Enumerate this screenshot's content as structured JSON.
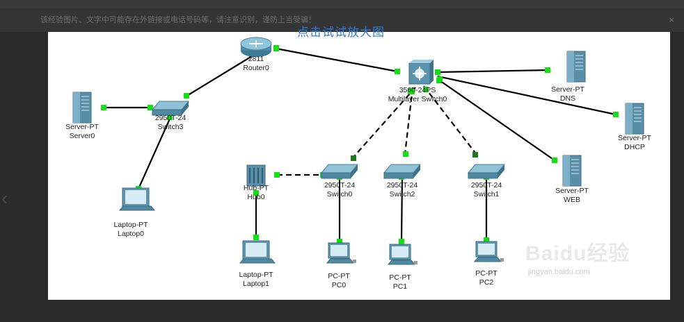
{
  "page": {
    "notice_text": "该经验图片、文字中可能存在外链接或电话号码等，请注意识别，谨防上当受骗！",
    "close_glyph": "×",
    "hint_text": "点击试试放大图",
    "prev_glyph": "‹"
  },
  "colors": {
    "cable": "#000000",
    "link_up": "#12e012",
    "link_blocking": "#1d7a1d",
    "device_body": "#5a93ad"
  },
  "devices": [
    {
      "id": "router0",
      "kind": "router",
      "type": "2811",
      "name": "Router0"
    },
    {
      "id": "mls0",
      "kind": "multilayer-switch",
      "type": "3560-24PS",
      "name": "Multilayer Switch0"
    },
    {
      "id": "dns",
      "kind": "server",
      "type": "Server-PT",
      "name": "DNS"
    },
    {
      "id": "dhcp",
      "kind": "server",
      "type": "Server-PT",
      "name": "DHCP"
    },
    {
      "id": "web",
      "kind": "server",
      "type": "Server-PT",
      "name": "WEB"
    },
    {
      "id": "server0",
      "kind": "server",
      "type": "Server-PT",
      "name": "Server0"
    },
    {
      "id": "switch3",
      "kind": "switch",
      "type": "2950T-24",
      "name": "Switch3"
    },
    {
      "id": "laptop0",
      "kind": "laptop",
      "type": "Laptop-PT",
      "name": "Laptop0"
    },
    {
      "id": "hub0",
      "kind": "hub",
      "type": "Hub-PT",
      "name": "Hub0"
    },
    {
      "id": "laptop1",
      "kind": "laptop",
      "type": "Laptop-PT",
      "name": "Laptop1"
    },
    {
      "id": "switch0",
      "kind": "switch",
      "type": "2950T-24",
      "name": "Switch0"
    },
    {
      "id": "switch2",
      "kind": "switch",
      "type": "2950T-24",
      "name": "Switch2"
    },
    {
      "id": "switch1",
      "kind": "switch",
      "type": "2950T-24",
      "name": "Switch1"
    },
    {
      "id": "pc0",
      "kind": "pc",
      "type": "PC-PT",
      "name": "PC0"
    },
    {
      "id": "pc1",
      "kind": "pc",
      "type": "PC-PT",
      "name": "PC1"
    },
    {
      "id": "pc2",
      "kind": "pc",
      "type": "PC-PT",
      "name": "PC2"
    }
  ],
  "links": [
    {
      "from": "router0",
      "to": "switch3",
      "cable": "straight"
    },
    {
      "from": "router0",
      "to": "mls0",
      "cable": "straight"
    },
    {
      "from": "server0",
      "to": "switch3",
      "cable": "straight"
    },
    {
      "from": "switch3",
      "to": "laptop0",
      "cable": "straight"
    },
    {
      "from": "mls0",
      "to": "dns",
      "cable": "straight"
    },
    {
      "from": "mls0",
      "to": "dhcp",
      "cable": "straight"
    },
    {
      "from": "mls0",
      "to": "web",
      "cable": "straight"
    },
    {
      "from": "mls0",
      "to": "switch0",
      "cable": "crossover"
    },
    {
      "from": "mls0",
      "to": "switch2",
      "cable": "crossover"
    },
    {
      "from": "mls0",
      "to": "switch1",
      "cable": "crossover"
    },
    {
      "from": "hub0",
      "to": "switch0",
      "cable": "crossover"
    },
    {
      "from": "hub0",
      "to": "laptop1",
      "cable": "straight"
    },
    {
      "from": "switch0",
      "to": "pc0",
      "cable": "straight"
    },
    {
      "from": "switch2",
      "to": "pc1",
      "cable": "straight"
    },
    {
      "from": "switch1",
      "to": "pc2",
      "cable": "straight"
    }
  ],
  "watermark": {
    "brand": "Baidu经验",
    "url": "jingyan.baidu.com"
  }
}
